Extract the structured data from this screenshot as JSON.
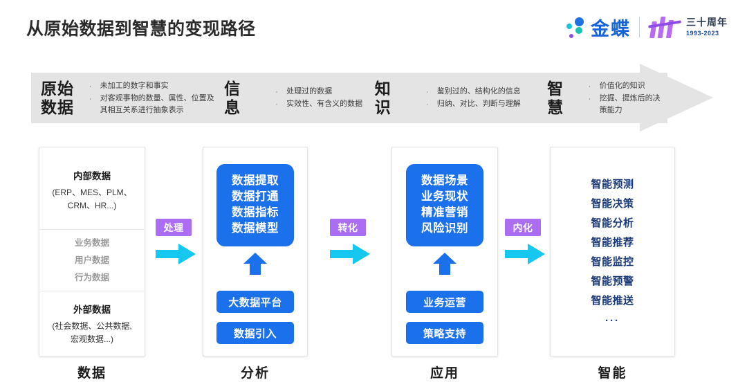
{
  "header": {
    "title": "从原始数据到智慧的变现路径",
    "brand": {
      "name": "金蝶",
      "anniversary_cn": "三十周年",
      "anniversary_years": "1993-2023"
    }
  },
  "dikw_banner": {
    "stages": [
      {
        "stage": "原始\n数据",
        "bullets": [
          "未加工的数字和事实",
          "对客观事物的数量、属性、位置及其相互关系进行抽象表示"
        ]
      },
      {
        "stage": "信\n息",
        "bullets": [
          "处理过的数据",
          "实效性、有含义的数据"
        ]
      },
      {
        "stage": "知\n识",
        "bullets": [
          "鉴别过的、结构化的信息",
          "归纳、对比、判断与理解"
        ]
      },
      {
        "stage": "智\n慧",
        "bullets": [
          "价值化的知识",
          "挖掘、提炼后的决策能力"
        ]
      }
    ],
    "bullet_marker": "·"
  },
  "columns": {
    "data": {
      "bottom_label": "数据",
      "internal_title": "内部数据",
      "internal_sub": "(ERP、MES、PLM、\nCRM、HR...)",
      "middle_items": [
        "业务数据",
        "用户数据",
        "行为数据"
      ],
      "external_title": "外部数据",
      "external_sub": "(社会数据、公共数据,\n宏观数据...)"
    },
    "analysis": {
      "bottom_label": "分析",
      "main_box": "数据提取\n数据打通\n数据指标\n数据模型",
      "pill_a": "大数据平台",
      "pill_b": "数据引入"
    },
    "application": {
      "bottom_label": "应用",
      "main_box": "数据场景\n业务现状\n精准营销\n风险识别",
      "pill_a": "业务运营",
      "pill_b": "策略支持"
    },
    "intelligence": {
      "bottom_label": "智能",
      "items": [
        "智能预测",
        "智能决策",
        "智能分析",
        "智能推荐",
        "智能监控",
        "智能预警",
        "智能推送"
      ],
      "ellipsis": "···"
    }
  },
  "connectors": [
    {
      "label": "处理"
    },
    {
      "label": "转化"
    },
    {
      "label": "内化"
    }
  ],
  "colors": {
    "blue": "#1b70ec",
    "navy": "#1b3a78",
    "purple": "#ab6df2",
    "cyan": "#16c8f0",
    "banner_gray": "#e4e4e4",
    "brand_blue": "#1764d8"
  }
}
